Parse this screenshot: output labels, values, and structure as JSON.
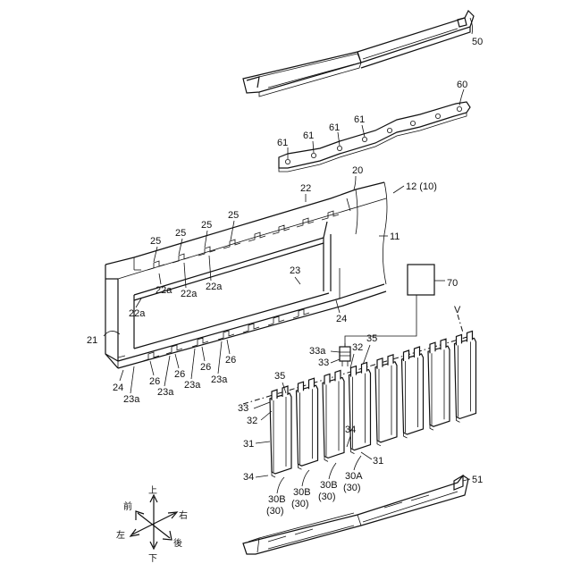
{
  "figure": {
    "labels": {
      "l50": "50",
      "l60": "60",
      "l61a": "61",
      "l61b": "61",
      "l61c": "61",
      "l61d": "61",
      "l20": "20",
      "l12": "12 (10)",
      "l22": "22",
      "l11": "11",
      "l25a": "25",
      "l25b": "25",
      "l25c": "25",
      "l25d": "25",
      "l22a1": "22a",
      "l22a2": "22a",
      "l22a3": "22a",
      "l22a4": "22a",
      "l23": "23",
      "l24a": "24",
      "l24b": "24",
      "l21": "21",
      "l23a1": "23a",
      "l23a2": "23a",
      "l23a3": "23a",
      "l23a4": "23a",
      "l26a": "26",
      "l26b": "26",
      "l26c": "26",
      "l26d": "26",
      "l70": "70",
      "lV": "V",
      "l33a": "33a",
      "l33": "33",
      "l32": "32",
      "l35": "35",
      "l35b": "35",
      "l33b": "33",
      "l32b": "32",
      "l31": "31",
      "l34": "34",
      "l31b": "31",
      "l34b": "34",
      "l30B1": "30B",
      "l30B1p": "(30)",
      "l30B2": "30B",
      "l30B2p": "(30)",
      "l30B3": "30B",
      "l30B3p": "(30)",
      "l30A": "30A",
      "l30Ap": "(30)",
      "l51": "51"
    },
    "compass": {
      "up": "上",
      "down": "下",
      "front": "前",
      "back": "後",
      "left": "左",
      "right": "右"
    }
  }
}
